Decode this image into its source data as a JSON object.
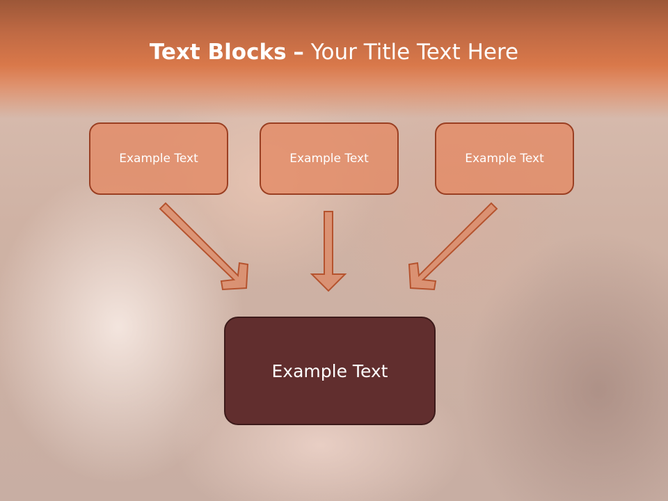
{
  "title": {
    "bold": "Text Blocks",
    "separator": "–",
    "regular": "Your Title Text Here"
  },
  "blocks": [
    {
      "label": "Example Text"
    },
    {
      "label": "Example Text"
    },
    {
      "label": "Example Text"
    }
  ],
  "target": {
    "label": "Example Text"
  },
  "colors": {
    "header": "#d9784a",
    "box_fill": "#e38b67",
    "box_border": "#9a3f22",
    "target_fill": "#612e2e"
  }
}
